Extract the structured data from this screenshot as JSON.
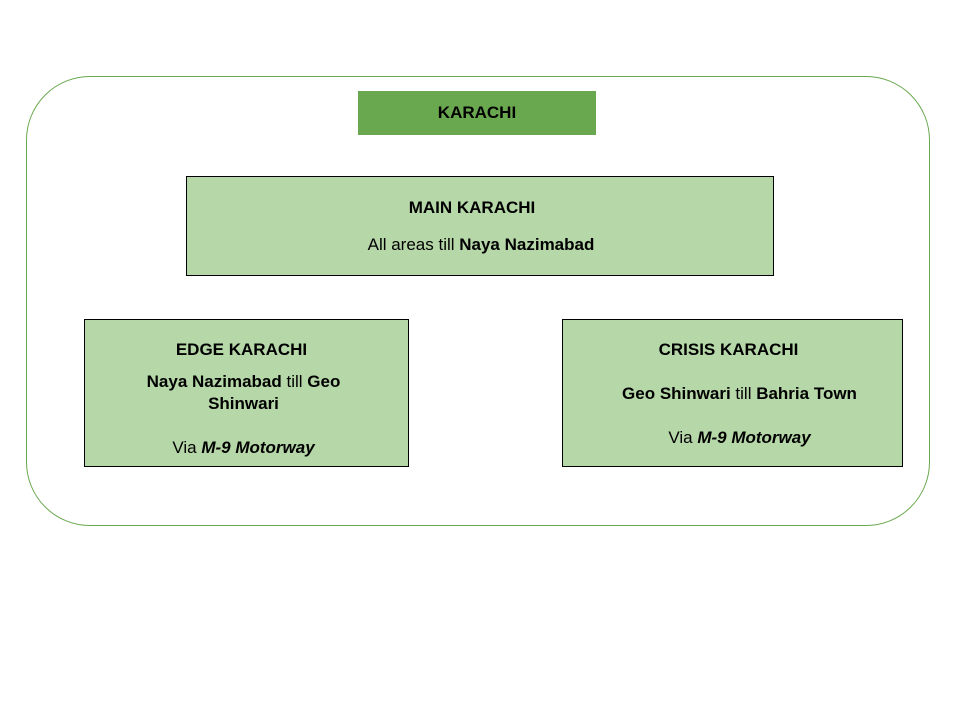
{
  "diagram": {
    "title": "KARACHI",
    "main": {
      "heading": "MAIN KARACHI",
      "prefix": "All areas till ",
      "place": "Naya Nazimabad"
    },
    "edge": {
      "heading": "EDGE KARACHI",
      "from": "Naya Nazimabad",
      "connector": " till ",
      "to_line1": "Geo",
      "to_line2": "Shinwari",
      "via_prefix": "Via ",
      "via_route": "M-9 Motorway"
    },
    "crisis": {
      "heading": "CRISIS KARACHI",
      "from": "Geo Shinwari",
      "connector": " till ",
      "to": "Bahria Town",
      "via_prefix": "Via ",
      "via_route": "M-9 Motorway"
    },
    "colors": {
      "title_fill": "#6aa84f",
      "box_fill": "#b6d7a8",
      "frame_stroke": "#6aa84f"
    }
  }
}
